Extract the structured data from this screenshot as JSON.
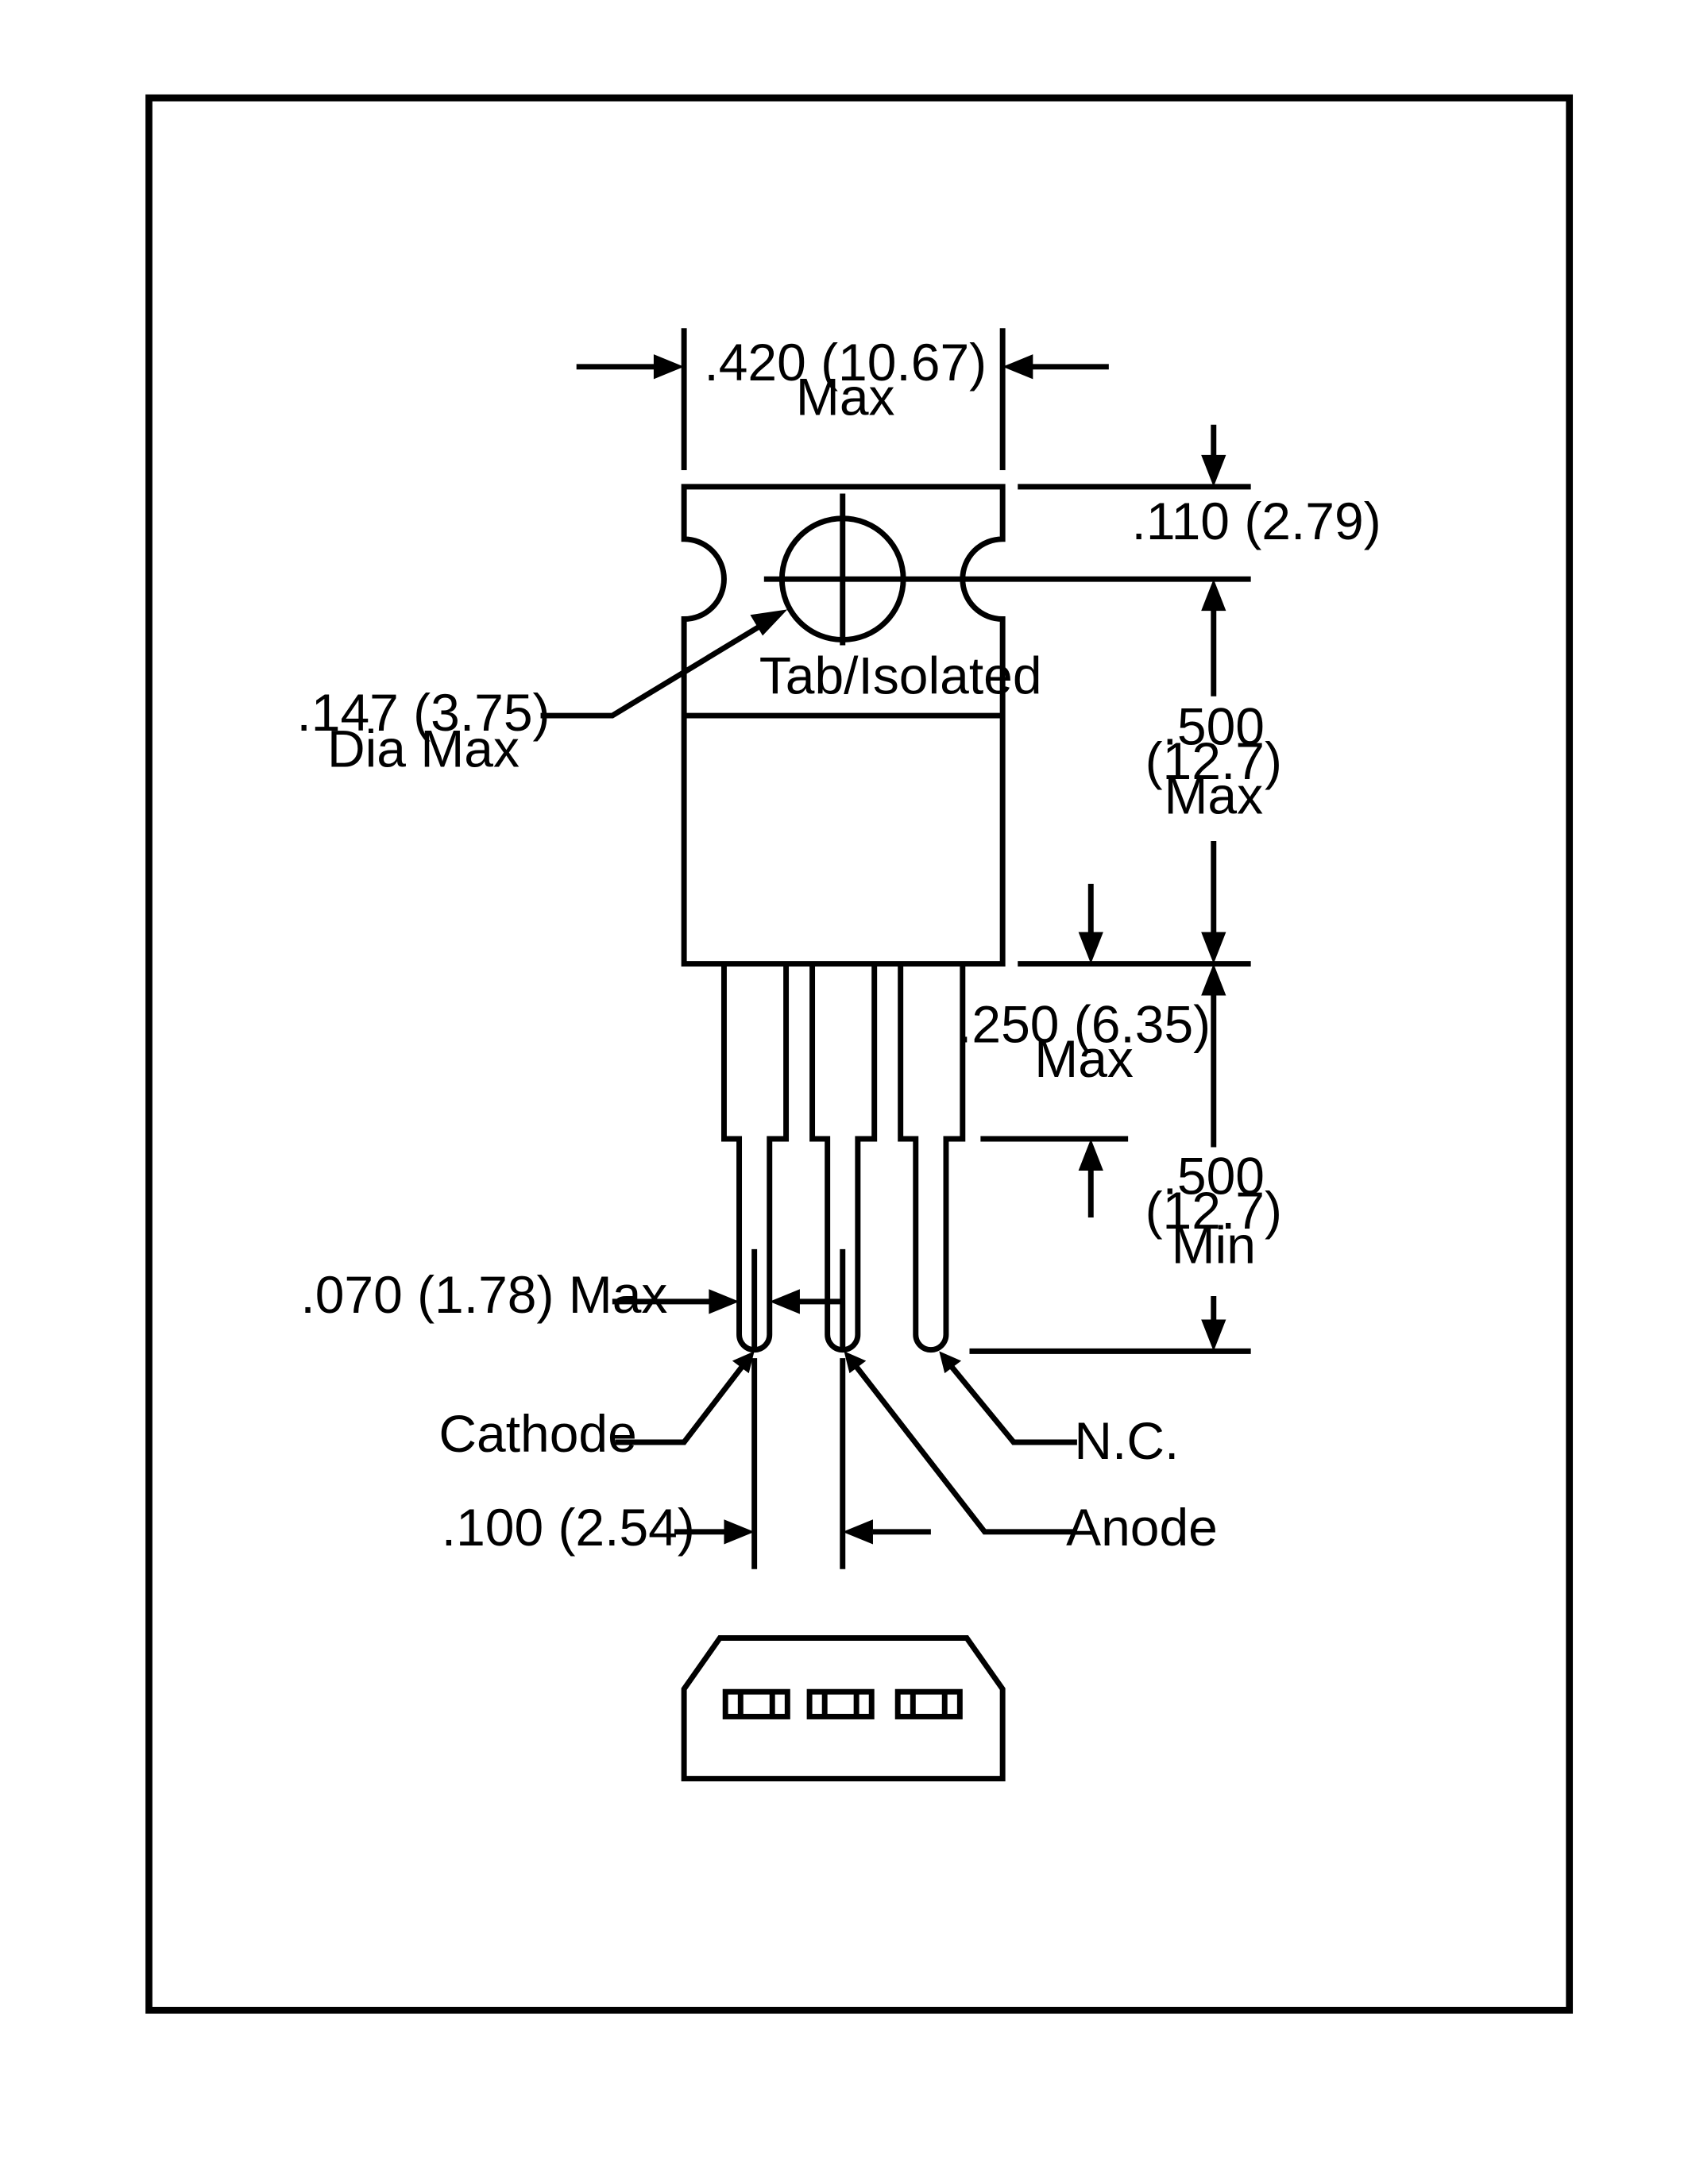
{
  "labels": {
    "width_value": ".420 (10.67)",
    "width_note": "Max",
    "tab_top_value": ".110 (2.79)",
    "hole_dia_value": ".147 (3.75)",
    "hole_dia_note": "Dia Max",
    "tab_label": "Tab/Isolated",
    "body_height_value": ".500",
    "body_height_metric": "(12.7)",
    "body_height_note": "Max",
    "lead_shoulder_value": ".250 (6.35)",
    "lead_shoulder_note": "Max",
    "lead_length_value": ".500",
    "lead_length_metric": "(12.7)",
    "lead_length_note": "Min",
    "lead_width_value": ".070 (1.78) Max",
    "cathode": "Cathode",
    "nc": "N.C.",
    "lead_pitch_value": ".100 (2.54)",
    "anode": "Anode"
  }
}
